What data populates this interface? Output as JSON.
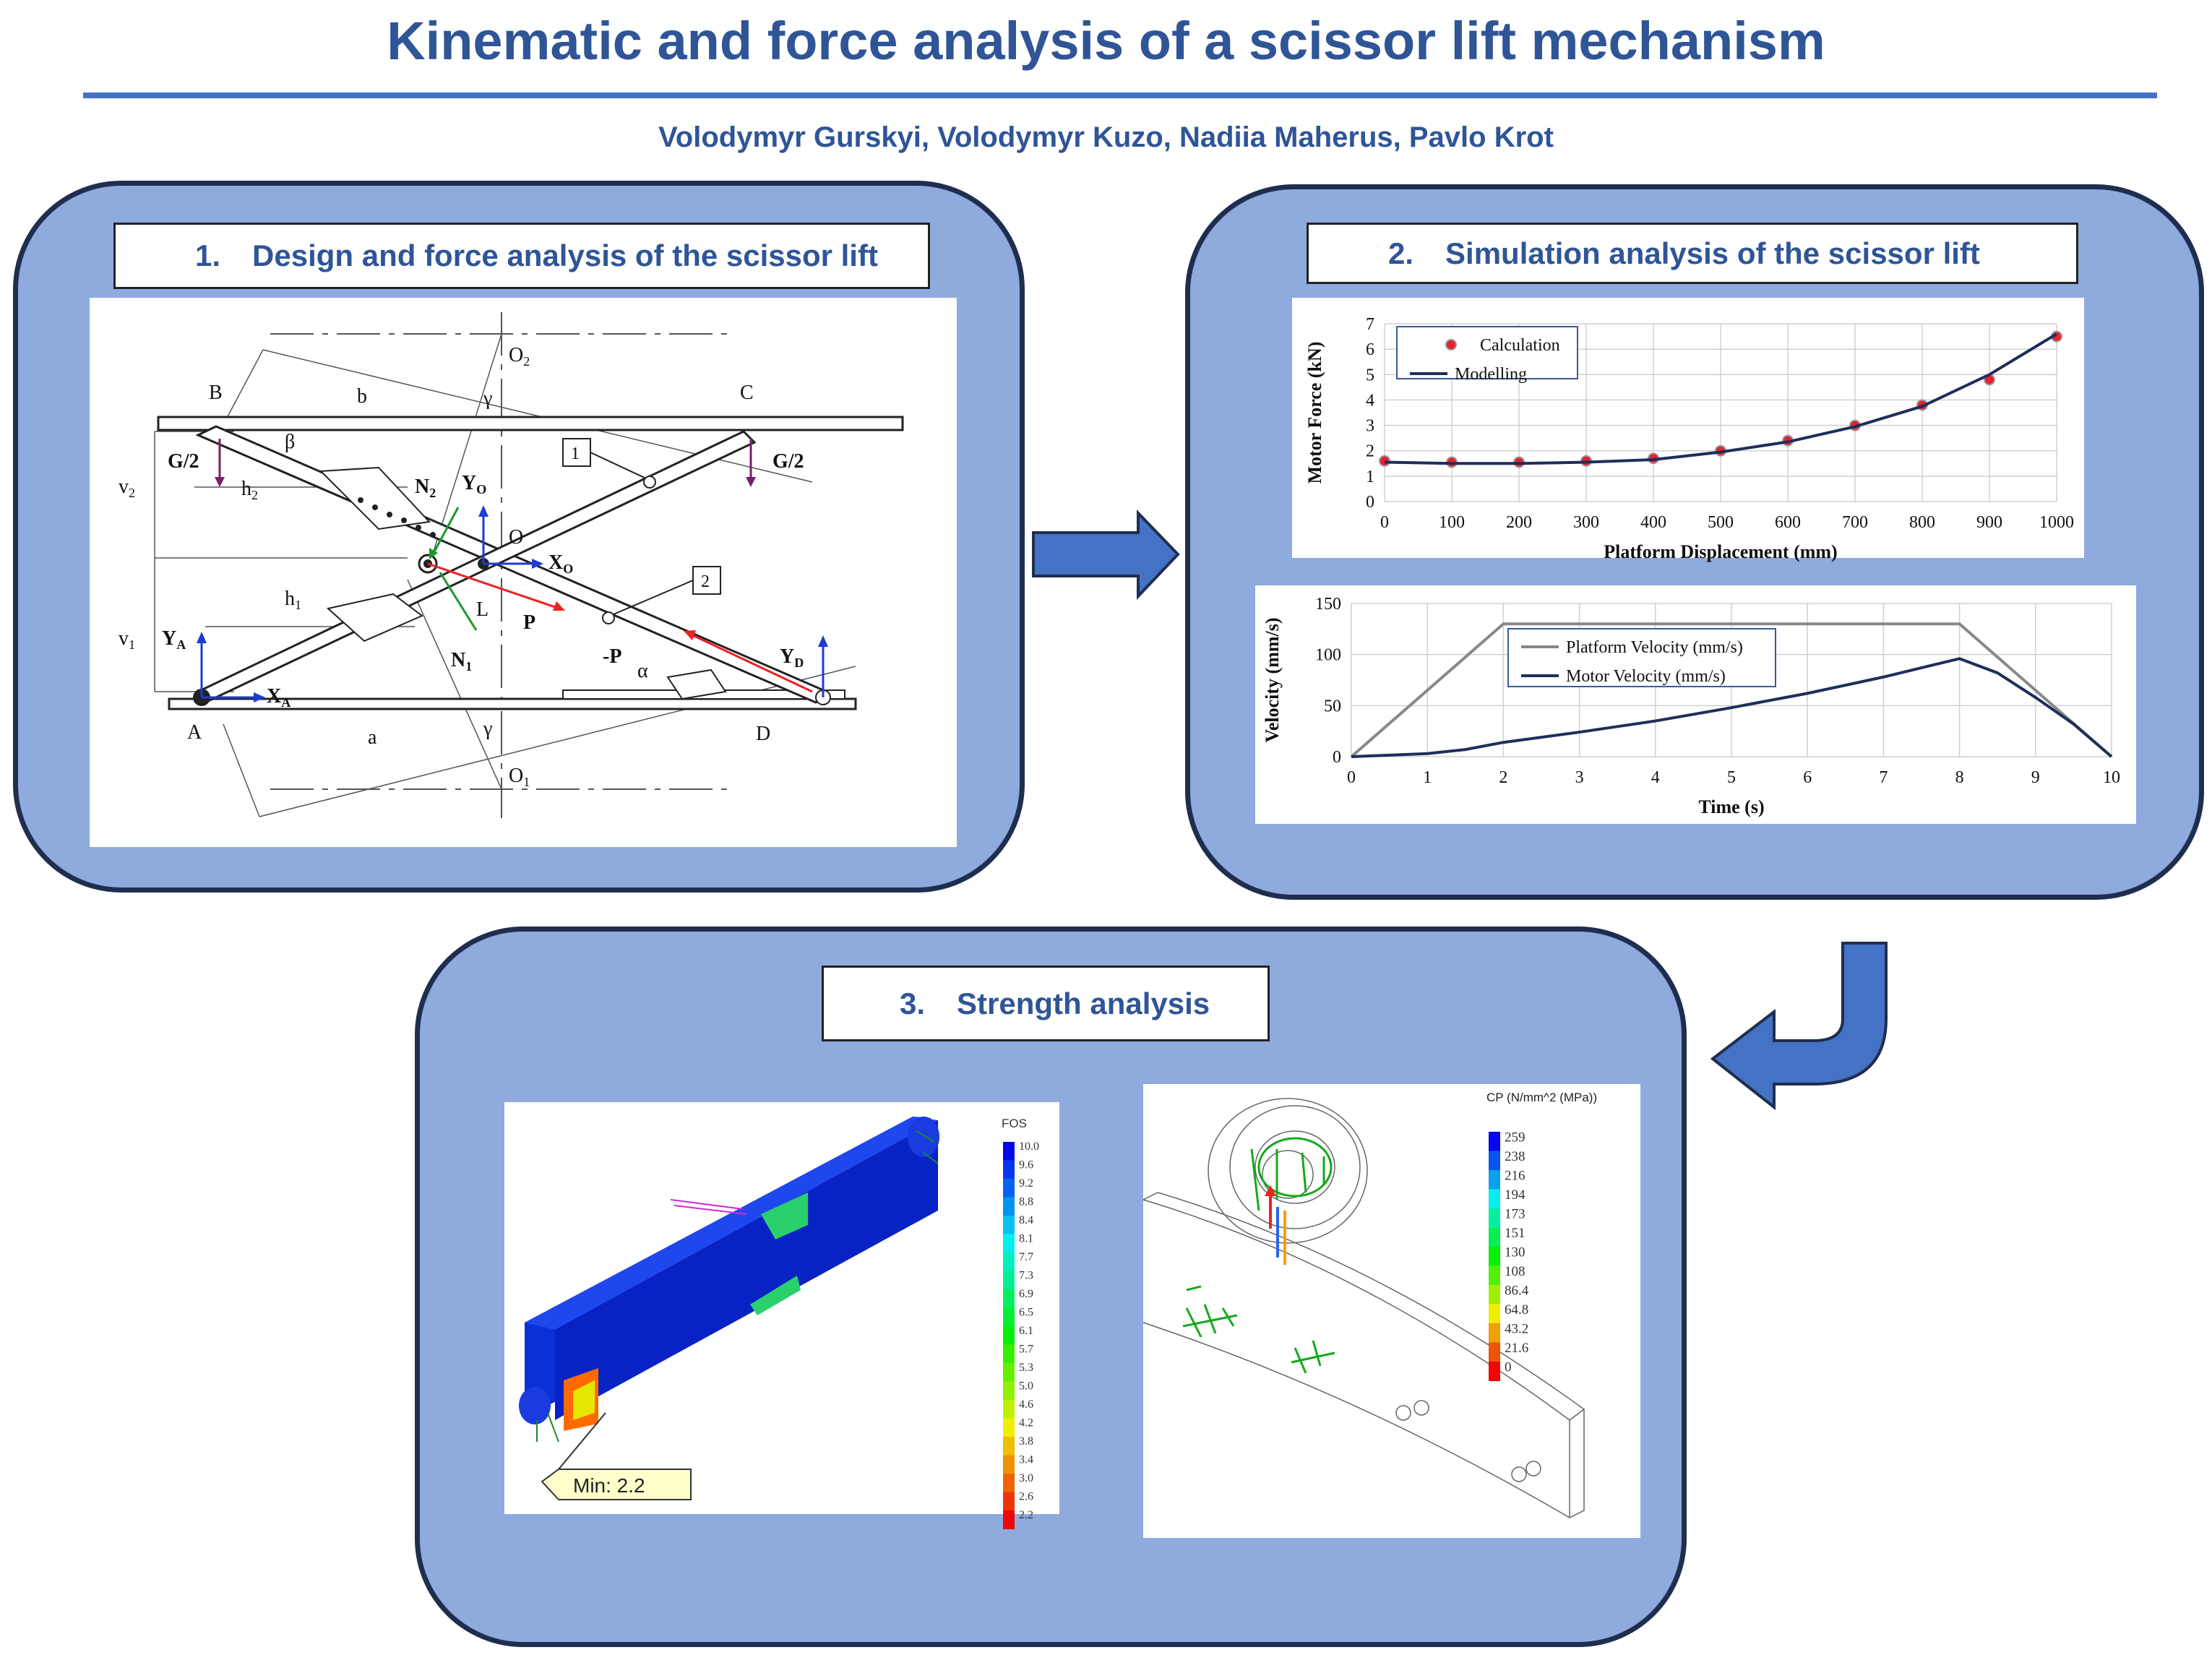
{
  "title": "Kinematic and force analysis of a scissor lift mechanism",
  "authors": "Volodymyr Gurskyi, Volodymyr Kuzo, Nadiia Maherus, Pavlo Krot",
  "sections": [
    {
      "number": "1.",
      "title": "Design and force analysis of the scissor lift"
    },
    {
      "number": "2.",
      "title": "Simulation analysis of the scissor lift"
    },
    {
      "number": "3.",
      "title": "Strength analysis"
    }
  ],
  "diagram_labels": {
    "B": "B",
    "C": "C",
    "A": "A",
    "D": "D",
    "O": "O",
    "O2": "O",
    "O1": "O",
    "sub1": "1",
    "sub2": "2",
    "b": "b",
    "a": "a",
    "beta": "β",
    "gamma": "γ",
    "alpha": "α",
    "L": "L",
    "G2": "G/2",
    "h": "h",
    "v": "v",
    "N": "N",
    "Y": "Y",
    "X": "X",
    "P": "P",
    "minusP": "-P",
    "subA": "A",
    "subD": "D",
    "subO": "O",
    "part1": "1",
    "part2": "2"
  },
  "chart_data": [
    {
      "type": "line",
      "xlabel": "Platform Displacement (mm)",
      "ylabel": "Motor Force (kN)",
      "xlim": [
        0,
        1000
      ],
      "ylim": [
        0,
        7
      ],
      "xticks": [
        "0",
        "100",
        "200",
        "300",
        "400",
        "500",
        "600",
        "700",
        "800",
        "900",
        "1000"
      ],
      "yticks": [
        "0",
        "1",
        "2",
        "3",
        "4",
        "5",
        "6",
        "7"
      ],
      "grid": true,
      "legend": "top-left",
      "series": [
        {
          "name": "Calculation",
          "style": "markers",
          "color": "#e8212a",
          "x": [
            0,
            100,
            200,
            300,
            400,
            500,
            600,
            700,
            800,
            900,
            1000
          ],
          "y": [
            1.6,
            1.55,
            1.55,
            1.6,
            1.7,
            2.0,
            2.4,
            3.0,
            3.8,
            4.8,
            6.5
          ]
        },
        {
          "name": "Modelling",
          "style": "line",
          "color": "#1f2e5a",
          "x": [
            0,
            100,
            200,
            300,
            400,
            500,
            600,
            700,
            800,
            900,
            1000
          ],
          "y": [
            1.55,
            1.5,
            1.5,
            1.55,
            1.65,
            1.95,
            2.35,
            2.95,
            3.75,
            5.0,
            6.6
          ]
        }
      ]
    },
    {
      "type": "line",
      "xlabel": "Time (s)",
      "ylabel": "Velocity (mm/s)",
      "xlim": [
        0,
        10
      ],
      "ylim": [
        0,
        150
      ],
      "xticks": [
        "0",
        "1",
        "2",
        "3",
        "4",
        "5",
        "6",
        "7",
        "8",
        "9",
        "10"
      ],
      "yticks": [
        "0",
        "50",
        "100",
        "150"
      ],
      "grid": true,
      "legend": "top-center",
      "series": [
        {
          "name": "Platform Velocity (mm/s)",
          "color": "#888888",
          "x": [
            0,
            2,
            8,
            10
          ],
          "y": [
            0,
            130,
            130,
            0
          ]
        },
        {
          "name": "Motor Velocity (mm/s)",
          "color": "#1f2e5a",
          "x": [
            0,
            1,
            1.5,
            2,
            3,
            4,
            5,
            6,
            7,
            8,
            8.5,
            9,
            9.5,
            10
          ],
          "y": [
            0,
            3,
            7,
            14,
            24,
            35,
            48,
            62,
            78,
            96,
            82,
            58,
            32,
            0
          ]
        }
      ]
    }
  ],
  "fea_fos": {
    "legend_title": "FOS",
    "values": [
      "10.0",
      "9.6",
      "9.2",
      "8.8",
      "8.4",
      "8.1",
      "7.7",
      "7.3",
      "6.9",
      "6.5",
      "6.1",
      "5.7",
      "5.3",
      "5.0",
      "4.6",
      "4.2",
      "3.8",
      "3.4",
      "3.0",
      "2.6",
      "2.2"
    ],
    "min_label": "Min: 2.2"
  },
  "fea_cp": {
    "legend_title": "CP (N/mm^2 (MPa))",
    "values": [
      "259",
      "238",
      "216",
      "194",
      "173",
      "151",
      "130",
      "108",
      "86.4",
      "64.8",
      "43.2",
      "21.6",
      "0"
    ]
  },
  "colors": {
    "accent": "#2f5597",
    "panel": "#8faadc",
    "arrow": "#4472c4"
  }
}
